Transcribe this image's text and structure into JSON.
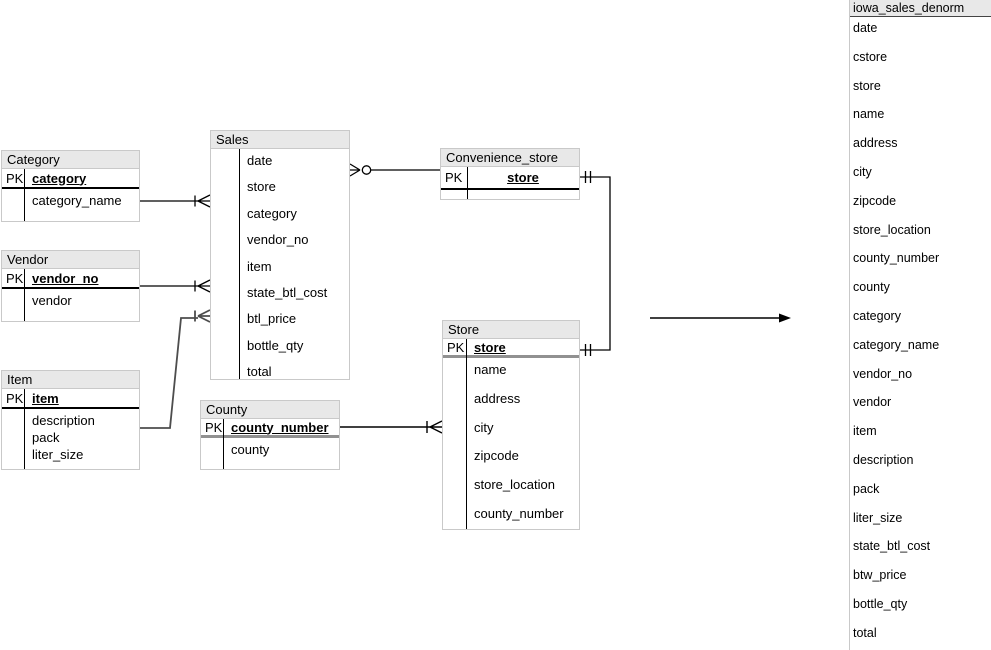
{
  "diagram": {
    "tables": {
      "category": {
        "title": "Category",
        "pk_label": "PK",
        "pk_fields": [
          "category"
        ],
        "fields": [
          "category_name"
        ]
      },
      "vendor": {
        "title": "Vendor",
        "pk_label": "PK",
        "pk_fields": [
          "vendor_no"
        ],
        "fields": [
          "vendor"
        ]
      },
      "item": {
        "title": "Item",
        "pk_label": "PK",
        "pk_fields": [
          "item"
        ],
        "fields": [
          "description",
          "pack",
          "liter_size"
        ]
      },
      "sales": {
        "title": "Sales",
        "pk_label": "",
        "pk_fields": [],
        "fields": [
          "date",
          "store",
          "category",
          "vendor_no",
          "item",
          "state_btl_cost",
          "btl_price",
          "bottle_qty",
          "total"
        ]
      },
      "convenience_store": {
        "title": "Convenience_store",
        "pk_label": "PK",
        "pk_fields": [
          "store"
        ],
        "fields": []
      },
      "store": {
        "title": "Store",
        "pk_label": "PK",
        "pk_fields": [
          "store"
        ],
        "fields": [
          "name",
          "address",
          "city",
          "zipcode",
          "store_location",
          "county_number"
        ]
      },
      "county": {
        "title": "County",
        "pk_label": "PK",
        "pk_fields": [
          "county_number"
        ],
        "fields": [
          "county"
        ]
      }
    },
    "colors": {
      "header_bg": "#e8e8e8",
      "box_border": "#c9c9c9",
      "line": "#000000",
      "item_line": "#4d4d4d",
      "pk_separator_gray": "#919191"
    }
  },
  "denorm_panel": {
    "title": "iowa_sales_denorm",
    "fields": [
      "date",
      "cstore",
      "store",
      "name",
      "address",
      "city",
      "zipcode",
      "store_location",
      "county_number",
      "county",
      "category",
      "category_name",
      "vendor_no",
      "vendor",
      "item",
      "description",
      "pack",
      "liter_size",
      "state_btl_cost",
      "btw_price",
      "bottle_qty",
      "total"
    ]
  }
}
